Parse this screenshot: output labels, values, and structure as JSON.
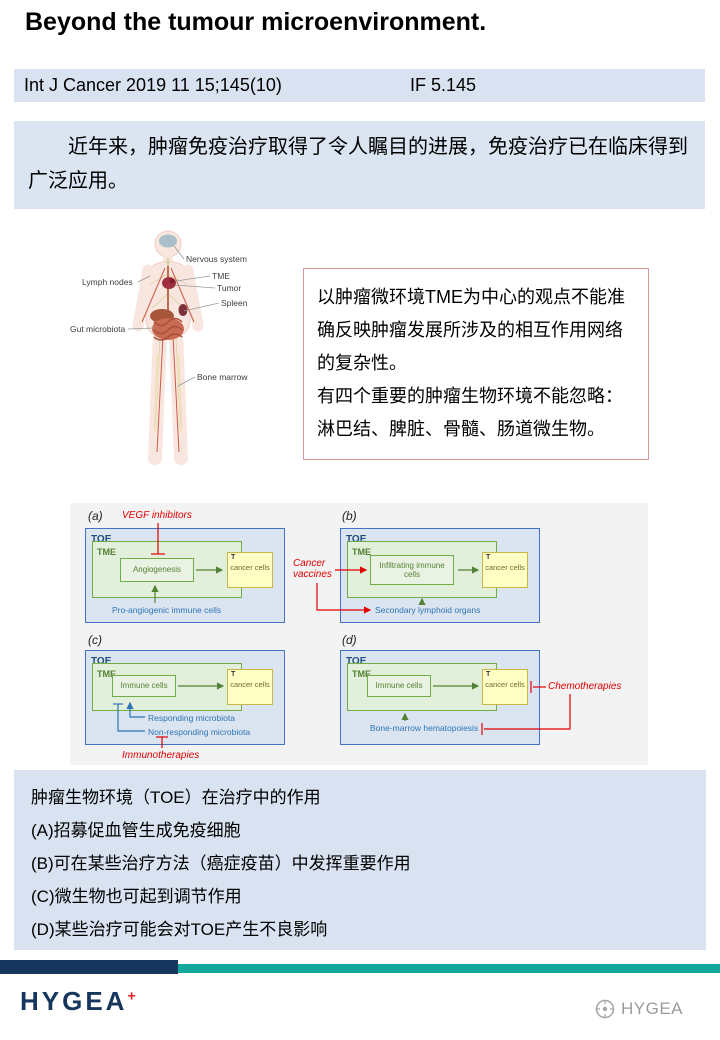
{
  "header": {
    "title": "Beyond the tumour microenvironment.",
    "journal_ref": "Int J Cancer 2019 11 15;145(10)",
    "impact_factor": "IF 5.145"
  },
  "intro": {
    "text": "近年来，肿瘤免疫治疗取得了令人瞩目的进展，免疫治疗已在临床得到广泛应用。"
  },
  "anatomy": {
    "labels": [
      "Nervous system",
      "TME",
      "Tumor",
      "Lymph nodes",
      "Spleen",
      "Gut microbiota",
      "Bone marrow"
    ]
  },
  "note": {
    "para1": "以肿瘤微环境TME为中心的观点不能准确反映肿瘤发展所涉及的相互作用网络的复杂性。",
    "para2": "有四个重要的肿瘤生物环境不能忽略：淋巴结、脾脏、骨髓、肠道微生物。"
  },
  "figure": {
    "panels": {
      "a": {
        "id": "(a)",
        "treatment": "VEGF inhibitors",
        "toe": "TOE",
        "tme": "TME",
        "inner_box": "Angiogenesis",
        "tumor_tag": "T",
        "tumor_box": "cancer cells",
        "bottom_label": "Pro-angiogenic immune cells"
      },
      "b": {
        "id": "(b)",
        "treatment": "Cancer vaccines",
        "toe": "TOE",
        "tme": "TME",
        "inner_box": "Infiltrating immune cells",
        "tumor_tag": "T",
        "tumor_box": "cancer cells",
        "bottom_label": "Secondary lymphoid organs"
      },
      "c": {
        "id": "(c)",
        "treatment": "Immunotherapies",
        "toe": "TOE",
        "tme": "TME",
        "inner_box": "Immune cells",
        "tumor_tag": "T",
        "tumor_box": "cancer cells",
        "bottom_label_1": "Responding microbiota",
        "bottom_label_2": "Non-responding microbiota"
      },
      "d": {
        "id": "(d)",
        "treatment": "Chemotherapies",
        "toe": "TOE",
        "tme": "TME",
        "inner_box": "Immune cells",
        "tumor_tag": "T",
        "tumor_box": "cancer cells",
        "bottom_label": "Bone-marrow hematopoiesis"
      }
    }
  },
  "summary": {
    "title": "肿瘤生物环境（TOE）在治疗中的作用",
    "items": [
      "(A)招募促血管生成免疫细胞",
      "(B)可在某些治疗方法（癌症疫苗）中发挥重要作用",
      "(C)微生物也可起到调节作用",
      "(D)某些治疗可能会对TOE产生不良影响"
    ]
  },
  "footer": {
    "logo_text": "HYGEA",
    "logo_plus": "+",
    "watermark_text": "HYGEA"
  },
  "colors": {
    "panel_bg": "#f3f3f3",
    "blue_box_bg": "#d9e2f0",
    "toe_border": "#4472c4",
    "tme_border": "#70ad47",
    "treatment_red": "#e00000",
    "label_blue": "#2e74b5",
    "tumor_yellow": "#ffffc5",
    "navy": "#17365d",
    "teal": "#14a79d"
  }
}
